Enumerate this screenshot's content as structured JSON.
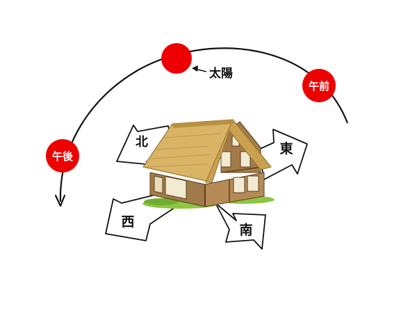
{
  "labels": {
    "sun": "太陽",
    "morning": "午前",
    "afternoon": "午後"
  },
  "directions": {
    "north": "北",
    "east": "東",
    "south": "南",
    "west": "西"
  },
  "colors": {
    "sun": "#ee0000",
    "arc": "#111111",
    "arrow_fill": "#ffffff",
    "arrow_stroke": "#111111",
    "roof": "#d9b366",
    "wall": "#a07a4a",
    "grass": "#8cc63f"
  }
}
